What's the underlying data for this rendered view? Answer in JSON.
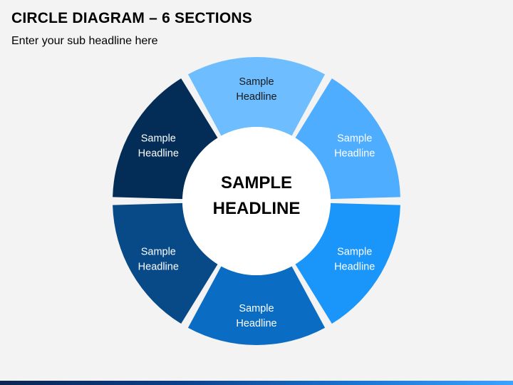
{
  "header": {
    "title": "CIRCLE DIAGRAM – 6 SECTIONS",
    "subtitle": "Enter your sub headline here"
  },
  "diagram": {
    "center": {
      "line1": "SAMPLE",
      "line2": "HEADLINE"
    },
    "segments": [
      {
        "id": "top",
        "line1": "Sample",
        "line2": "Headline",
        "color": "#6dbdff",
        "text_color": "#1a1a1a"
      },
      {
        "id": "upper-right",
        "line1": "Sample",
        "line2": "Headline",
        "color": "#4fadff",
        "text_color": "#ffffff"
      },
      {
        "id": "lower-right",
        "line1": "Sample",
        "line2": "Headline",
        "color": "#1a96fa",
        "text_color": "#ffffff"
      },
      {
        "id": "bottom",
        "line1": "Sample",
        "line2": "Headline",
        "color": "#0a6cc3",
        "text_color": "#ffffff"
      },
      {
        "id": "lower-left",
        "line1": "Sample",
        "line2": "Headline",
        "color": "#084a88",
        "text_color": "#ffffff"
      },
      {
        "id": "upper-left",
        "line1": "Sample",
        "line2": "Headline",
        "color": "#032d57",
        "text_color": "#ffffff"
      }
    ],
    "background_color": "#f3f3f3",
    "center_fill": "#ffffff"
  }
}
